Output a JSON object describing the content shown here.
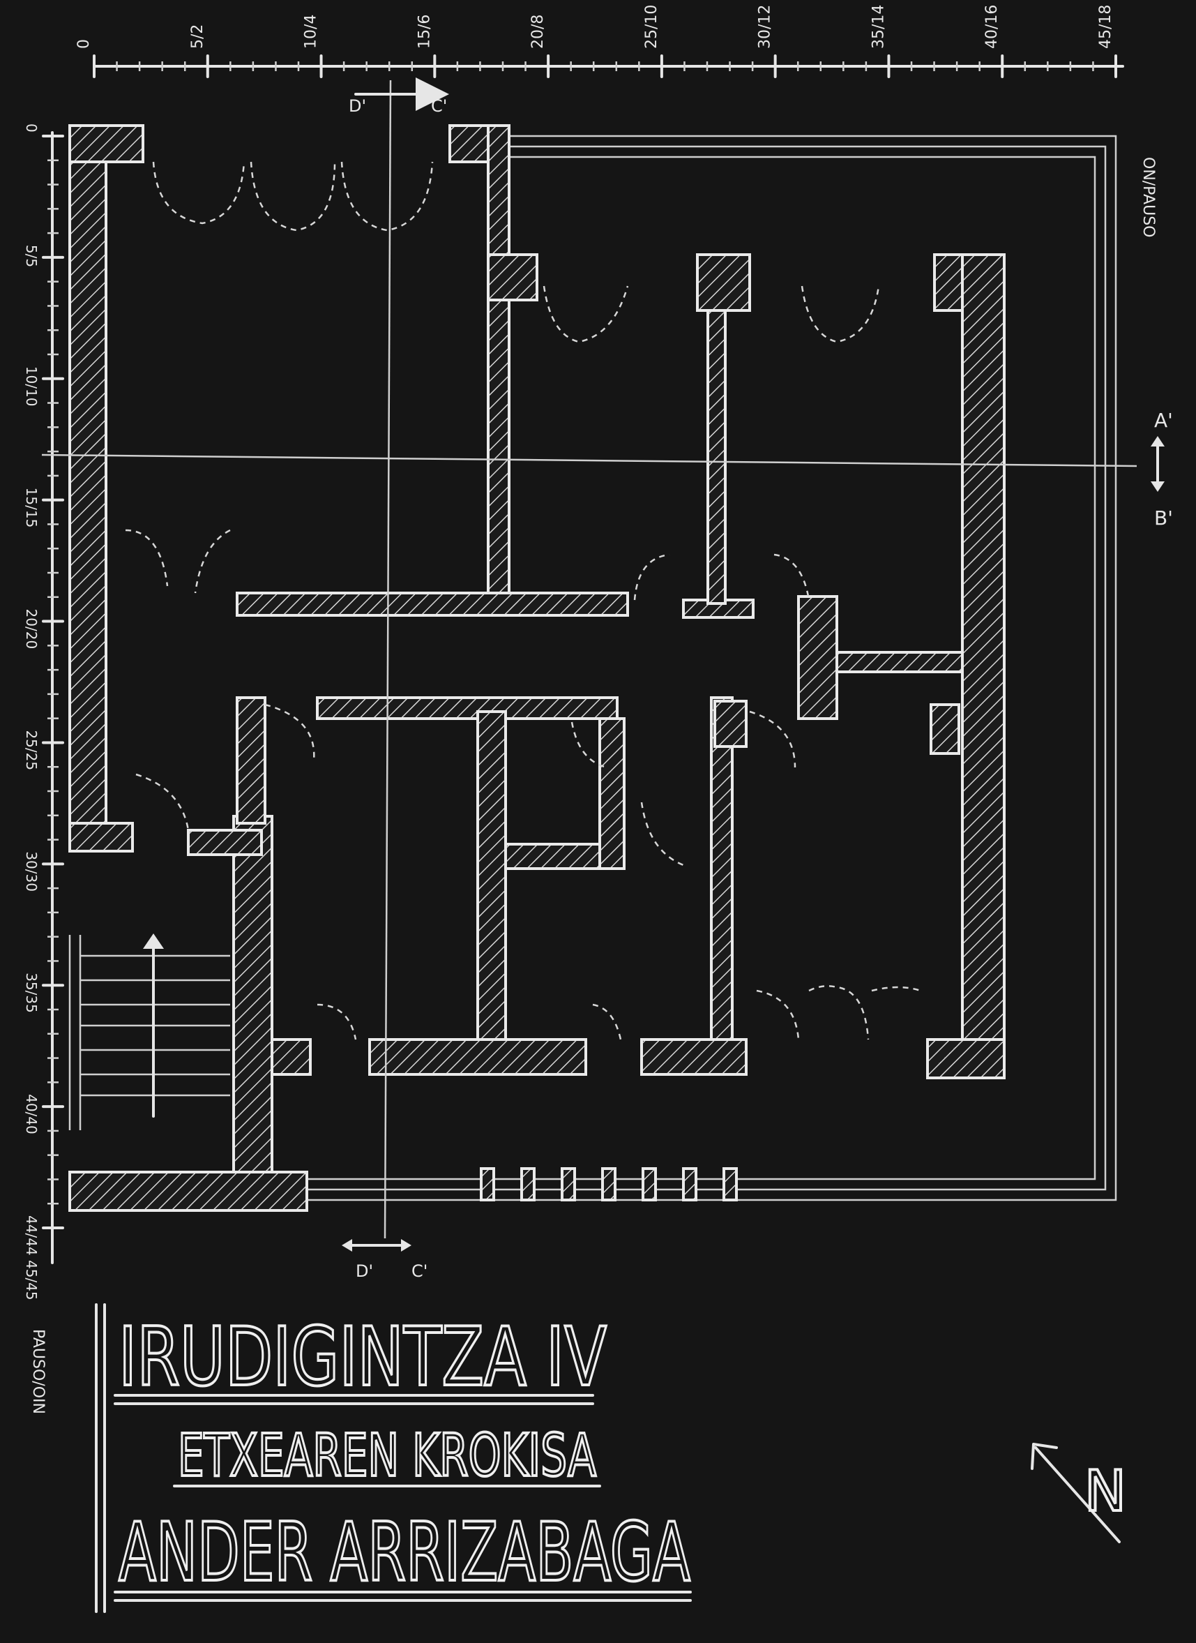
{
  "scale_top": {
    "ticks": [
      "0",
      "5/2",
      "10/4",
      "15/6",
      "20/8",
      "25/10",
      "30/12",
      "35/14",
      "40/16",
      "45/18"
    ],
    "unit": "ON/PAUSO"
  },
  "scale_left": {
    "ticks": [
      "0",
      "5/5",
      "10/10",
      "15/15",
      "20/20",
      "25/25",
      "30/30",
      "35/35",
      "40/40",
      "44/44 45/45"
    ],
    "unit": "PAUSO/OIN"
  },
  "sections": {
    "a_top": "A'",
    "b_bottom": "B'",
    "c_top_left": "D'",
    "c_top_right": "C'",
    "c_bottom_left": "D'",
    "c_bottom_right": "C'"
  },
  "north_label": "N",
  "title_block": {
    "line1": "IRUDIGINTZA IV",
    "line2": "ETXEAREN KROKISA",
    "line3": "ANDER ARRIZABAGA"
  },
  "colors": {
    "board": "#141414",
    "chalk": "#e6e6e6"
  }
}
